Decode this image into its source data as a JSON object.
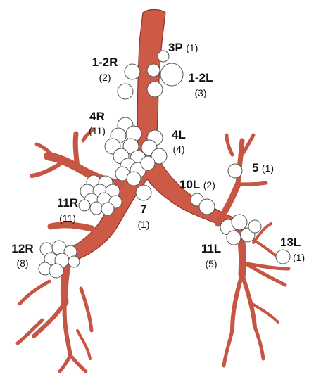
{
  "figure": {
    "colors": {
      "airway": "#cc5a47",
      "airway_outline": "#8f3326",
      "node_fill": "#ffffff",
      "node_outline": "#555555",
      "text": "#111111",
      "background": "#ffffff"
    },
    "stations": [
      {
        "id": "3P",
        "station": "3P",
        "count": "(1)"
      },
      {
        "id": "1-2R",
        "station": "1-2R",
        "count": "(2)"
      },
      {
        "id": "1-2L",
        "station": "1-2L",
        "count": "(3)"
      },
      {
        "id": "4R",
        "station": "4R",
        "count": "(11)"
      },
      {
        "id": "4L",
        "station": "4L",
        "count": "(4)"
      },
      {
        "id": "5",
        "station": "5",
        "count": "(1)"
      },
      {
        "id": "10L",
        "station": "10L",
        "count": "(2)"
      },
      {
        "id": "7",
        "station": "7",
        "count": "(1)"
      },
      {
        "id": "11R",
        "station": "11R",
        "count": "(11)"
      },
      {
        "id": "12R",
        "station": "12R",
        "count": "(8)"
      },
      {
        "id": "11L",
        "station": "11L",
        "count": "(5)"
      },
      {
        "id": "13L",
        "station": "13L",
        "count": "(1)"
      }
    ]
  }
}
